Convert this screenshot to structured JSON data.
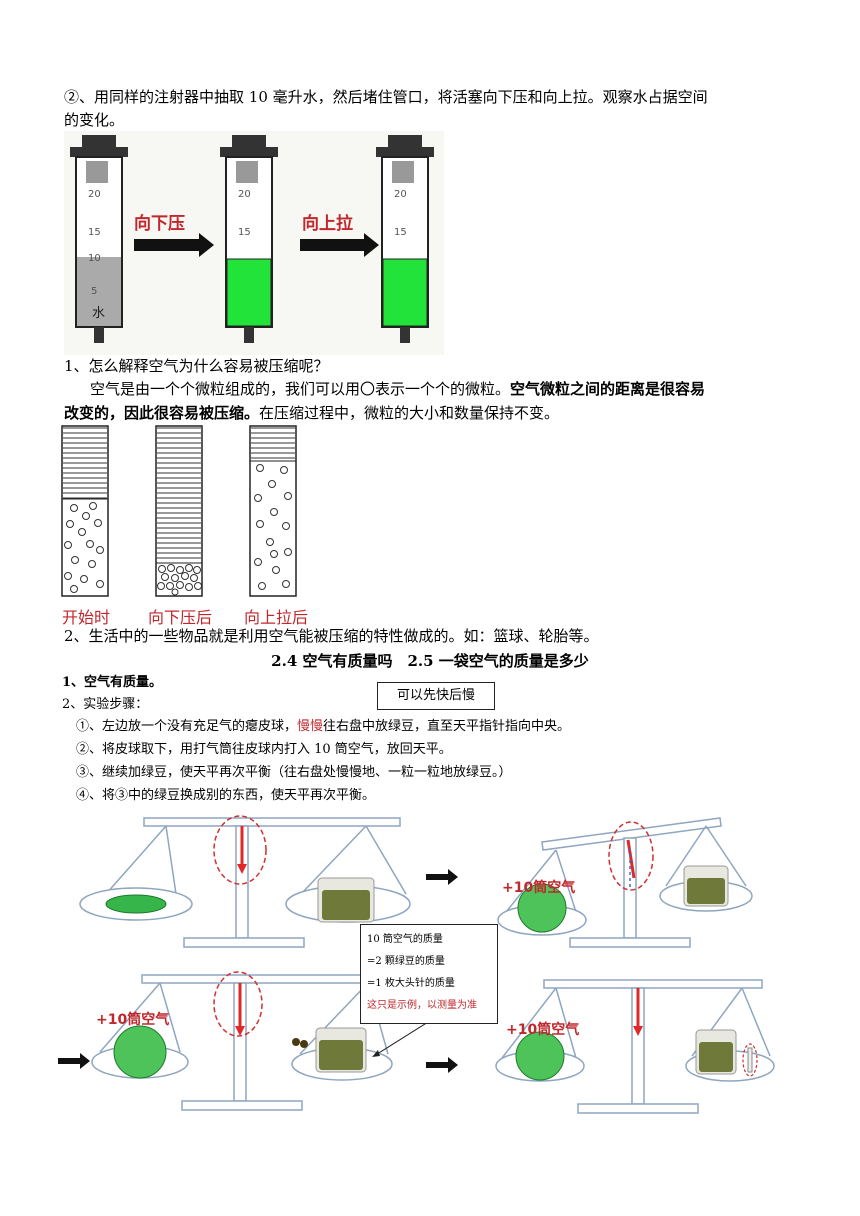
{
  "intro": {
    "line1": "②、用同样的注射器中抽取 10 毫升水，然后堵住管口，将活塞向下压和向上拉。观察水占据空间",
    "line2": "的变化。"
  },
  "syringes": {
    "arrow_down_label": "向下压",
    "arrow_up_label": "向上拉",
    "water_label": "水",
    "ticks": [
      "20",
      "15",
      "10",
      "5"
    ],
    "water_color": "#22e33a"
  },
  "q1": {
    "question": "1、怎么解释空气为什么容易被压缩呢？",
    "text_a": "空气是由一个个微粒组成的，我们可以用〇表示一个个的微粒。",
    "text_bold_a": "空气微粒之间的距离是很容易",
    "text_bold_b": "改变的，因此很容易被压缩。",
    "text_b": "在压缩过程中，微粒的大小和数量保持不变。"
  },
  "particles": {
    "labels": [
      "开始时",
      "向下压后",
      "向上拉后"
    ]
  },
  "q2": {
    "text": "2、生活中的一些物品就是利用空气能被压缩的特性做成的。如：篮球、轮胎等。"
  },
  "section": {
    "title": "2.4 空气有质量吗　2.5 一袋空气的质量是多少"
  },
  "items": {
    "i1": "1、空气有质量。",
    "i2": "2、实验步骤：",
    "note_box": "可以先快后慢"
  },
  "steps": {
    "s1_a": "①、左边放一个没有充足气的瘪皮球，",
    "s1_red": "慢慢",
    "s1_b": "往右盘中放绿豆，直至天平指针指向中央。",
    "s2": "②、将皮球取下，用打气筒往皮球内打入 10 筒空气，放回天平。",
    "s3": "③、继续加绿豆，使天平再次平衡（往右盘处慢慢地、一粒一粒地放绿豆。）",
    "s4": "④、将③中的绿豆换成别的东西，使天平再次平衡。"
  },
  "balances": {
    "air_label": "+10筒空气",
    "info_box": {
      "l1": "10 筒空气的质量",
      "l2": "=2 颗绿豆的质量",
      "l3": "=1 枚大头针的质量",
      "l4": "这只是示例，以测量为准"
    }
  }
}
